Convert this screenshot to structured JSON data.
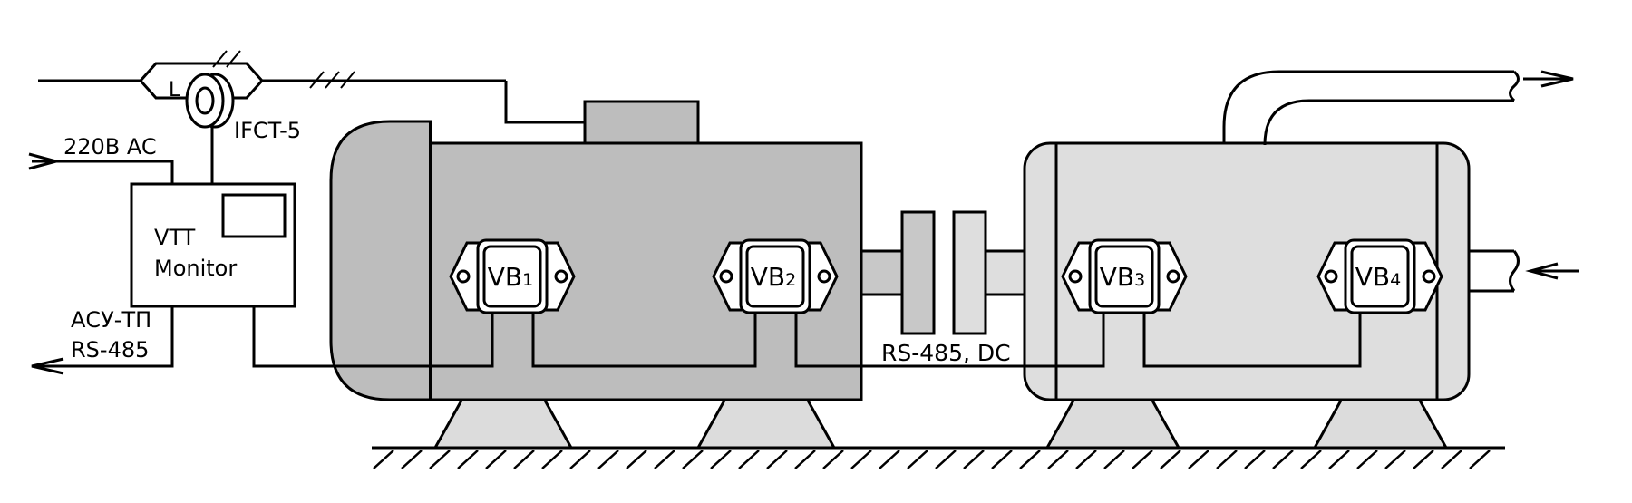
{
  "labels": {
    "inductor": "L",
    "current_transformer": "IFCT-5",
    "power_supply": "220В AC",
    "monitor_line1": "VTT",
    "monitor_line2": "Monitor",
    "output_line1": "АСУ-ТП",
    "output_line2": "RS-485",
    "bus": "RS-485, DC"
  },
  "sensors": [
    {
      "main": "VB",
      "sub": "1"
    },
    {
      "main": "VB",
      "sub": "2"
    },
    {
      "main": "VB",
      "sub": "3"
    },
    {
      "main": "VB",
      "sub": "4"
    }
  ],
  "colors": {
    "motor_fill": "#bdbdbd",
    "pump_fill": "#dedede",
    "feet_fill": "#dcdcdc",
    "coupling_fill": "#c8c8c8",
    "stroke": "#000000"
  }
}
